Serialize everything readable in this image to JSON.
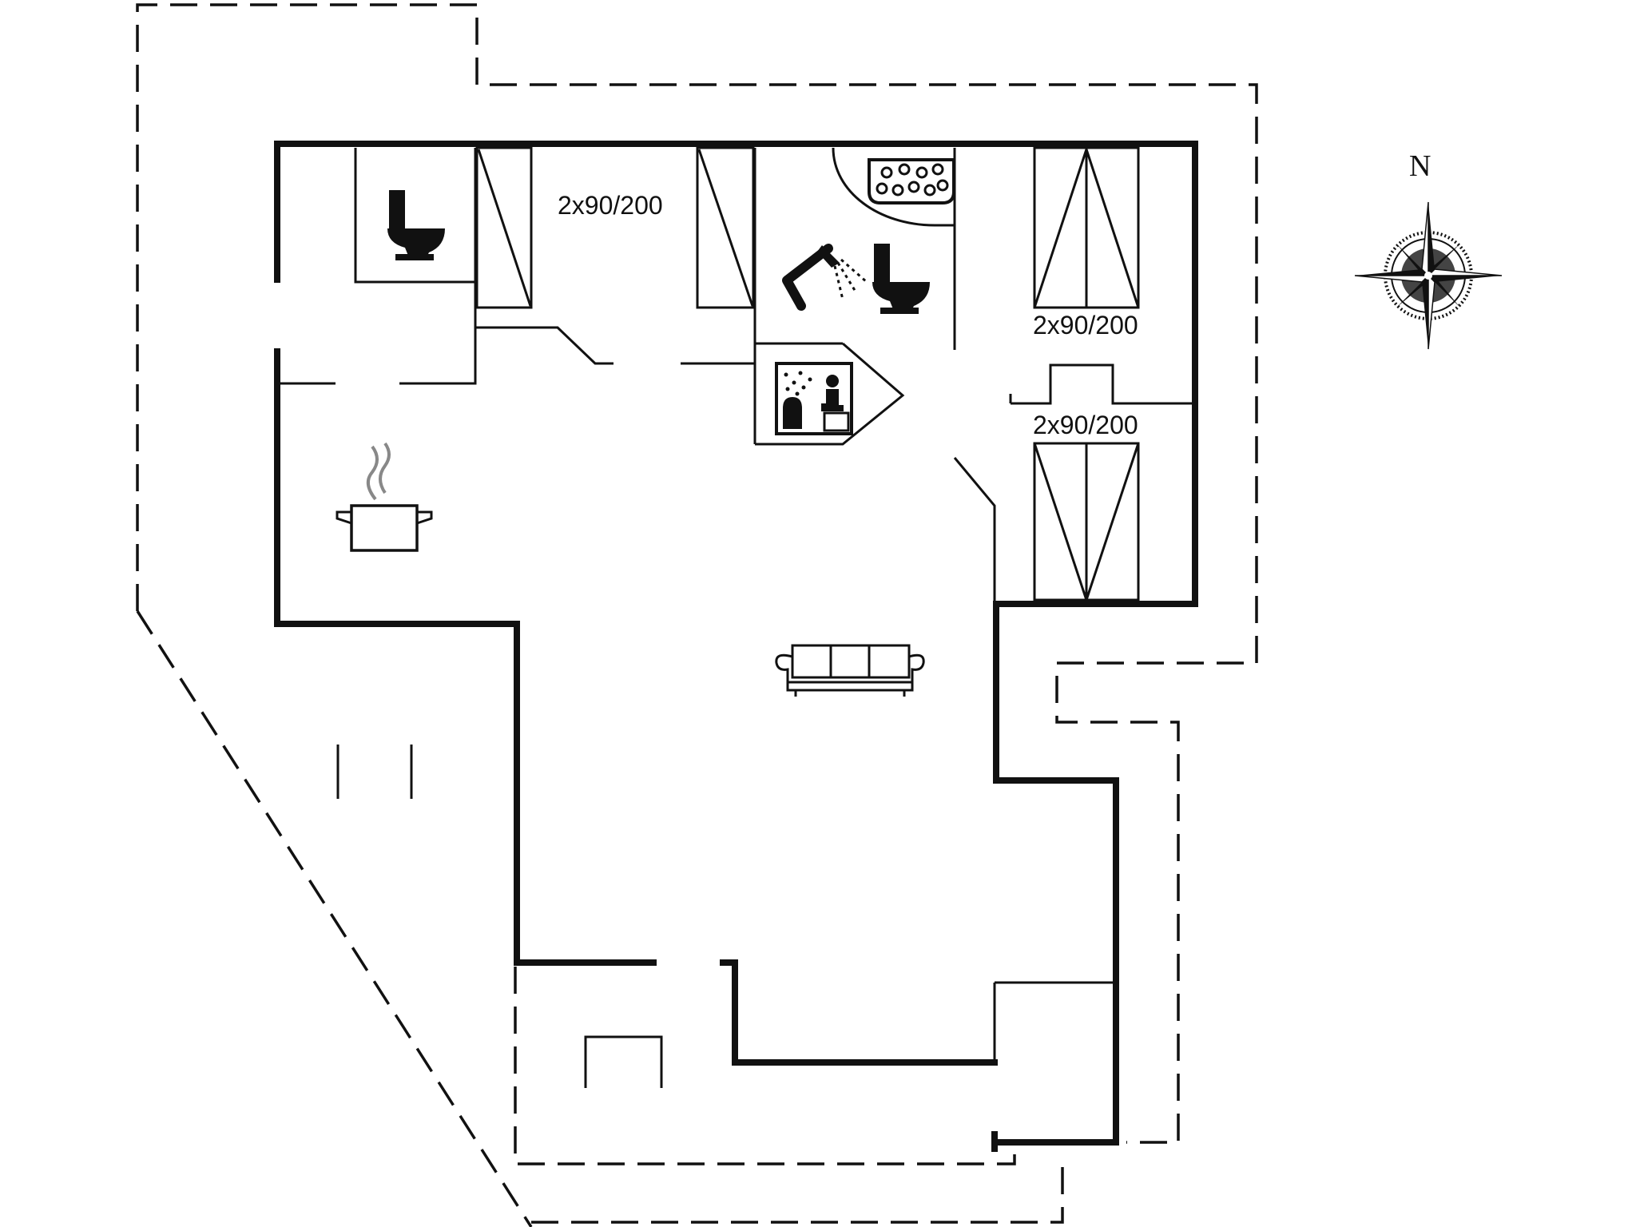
{
  "bed_labels": {
    "bedroom_north": "2x90/200",
    "bedroom_east_upper": "2x90/200",
    "bedroom_east_lower": "2x90/200"
  },
  "compass": {
    "north_label": "N"
  },
  "icons": {
    "toilet_1": "toilet-icon",
    "toilet_2": "toilet-icon",
    "shower": "shower-icon",
    "whirlpool": "whirlpool-bath-icon",
    "sauna": "sauna-icon",
    "kitchen": "cooking-pot-icon",
    "sofa": "sofa-icon",
    "compass": "compass-rose-icon"
  }
}
